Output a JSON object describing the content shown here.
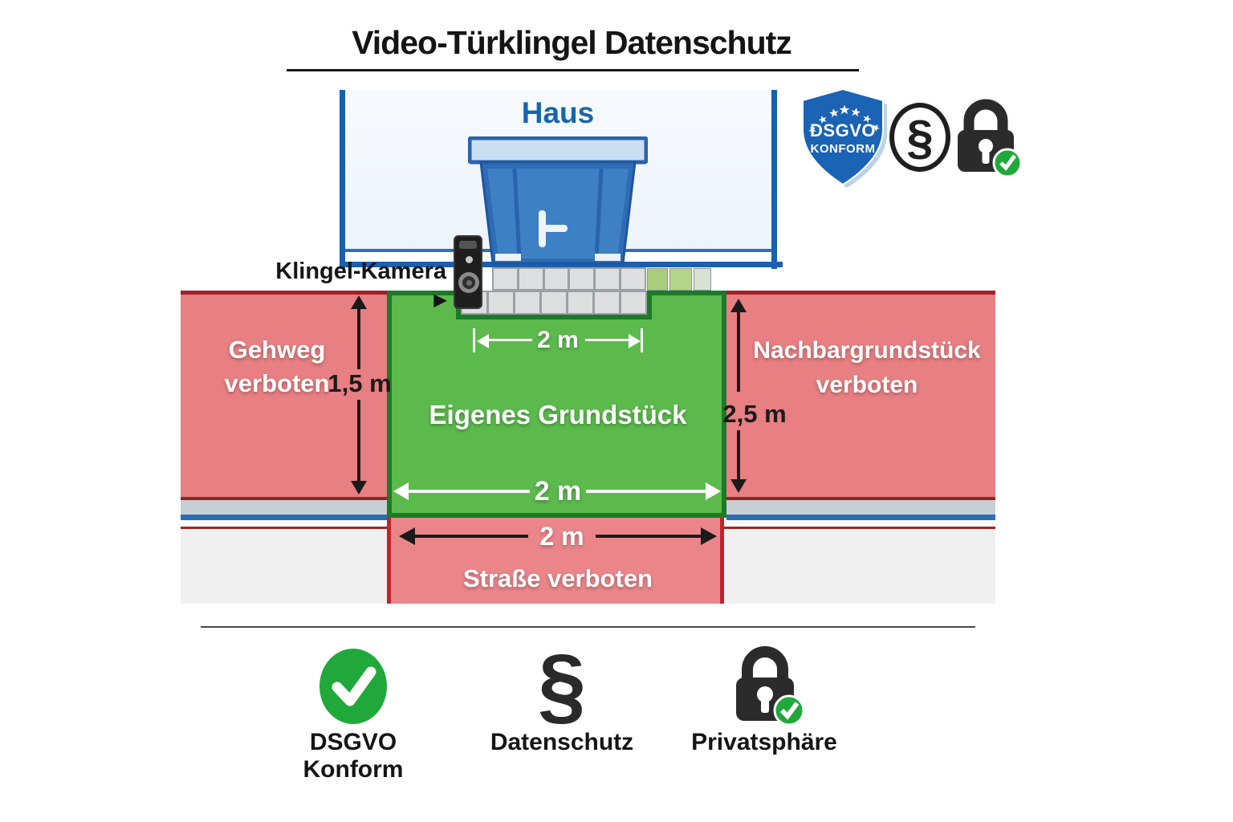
{
  "title": "Video-Türklingel Datenschutz",
  "house": {
    "label": "Haus"
  },
  "doorbell": {
    "label": "Klingel-Kamera",
    "pointer": "▶"
  },
  "zones": {
    "sidewalk": {
      "line1": "Gehweg",
      "line2": "verboten",
      "dimension": "1,5 m"
    },
    "own_property": {
      "label": "Eigenes Grundstück",
      "dimension_top": "2 m",
      "dimension_bottom": "2 m"
    },
    "neighbor": {
      "line1": "Nachbargrundstück",
      "line2": "verboten",
      "dimension": "2,5 m"
    },
    "street": {
      "label": "Straße verboten",
      "dimension": "2 m"
    }
  },
  "badges": {
    "shield": {
      "line1": "DSGVO",
      "line2": "KONFORM"
    },
    "paragraph_symbol": "§"
  },
  "legend": {
    "items": [
      {
        "icon": "check-circle-icon",
        "label": "DSGVO Konform"
      },
      {
        "icon": "paragraph-icon",
        "label": "Datenschutz"
      },
      {
        "icon": "lock-check-icon",
        "label": "Privatsphäre"
      }
    ]
  },
  "colors": {
    "forbidden_red": "#e87f82",
    "red_border": "#a32126",
    "allowed_green": "#5cba4d",
    "green_border": "#1c7a28",
    "house_blue": "#1a5fb0",
    "shield_blue": "#1a63b5",
    "check_green": "#21a83b"
  }
}
